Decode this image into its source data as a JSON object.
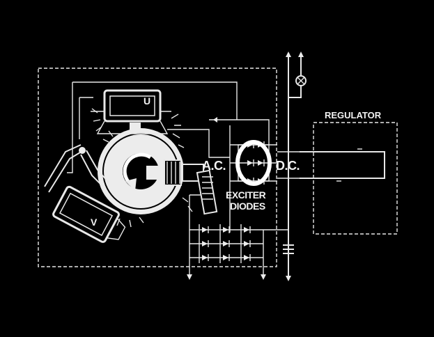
{
  "labels": {
    "regulator": "REGULATOR",
    "ac": "A.C.",
    "dc": "D.C.",
    "exciter": "EXCITER",
    "diodes": "DIODES",
    "coil_u": "U",
    "coil_v": "V"
  },
  "colors": {
    "background": "#000000",
    "lines": "#e8e8e8"
  }
}
